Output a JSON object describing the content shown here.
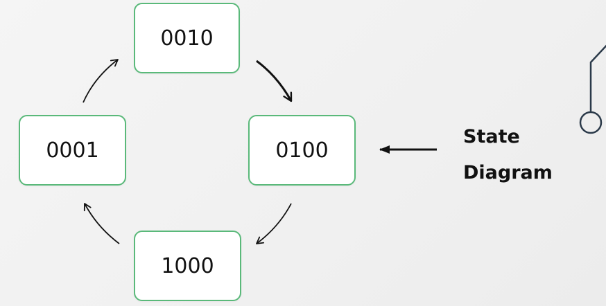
{
  "states": {
    "top": "0010",
    "right": "0100",
    "bottom": "1000",
    "left": "0001"
  },
  "caption": {
    "line1": "State",
    "line2": "Diagram"
  },
  "colors": {
    "box_border": "#5ab97a",
    "text": "#111111",
    "decoration": "#2b3a4a"
  }
}
